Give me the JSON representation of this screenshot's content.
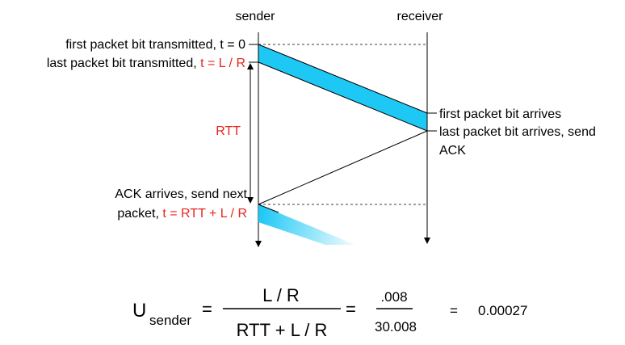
{
  "labels": {
    "sender": "sender",
    "receiver": "receiver",
    "first_bit_transmitted": "first packet bit transmitted, t = 0",
    "last_bit_transmitted_prefix": "last packet bit transmitted, ",
    "last_bit_transmitted_time": "t = L / R",
    "first_bit_arrives": "first packet bit arrives",
    "last_bit_arrives_line1": "last packet bit arrives, send",
    "last_bit_arrives_line2": "ACK",
    "rtt": "RTT",
    "ack_arrives_line1": "ACK arrives, send next",
    "ack_arrives_line2_prefix": "packet, ",
    "ack_arrives_line2_time": "t = RTT + L / R"
  },
  "equation": {
    "u": "U",
    "subscript": "sender",
    "equals": "=",
    "numerator": "L / R",
    "denominator": "RTT + L / R",
    "frac_numerator": ".008",
    "frac_denominator": "30.008",
    "result": "0.00027"
  },
  "colors": {
    "packet": "#1ec8f5",
    "highlight": "#e8251c"
  }
}
